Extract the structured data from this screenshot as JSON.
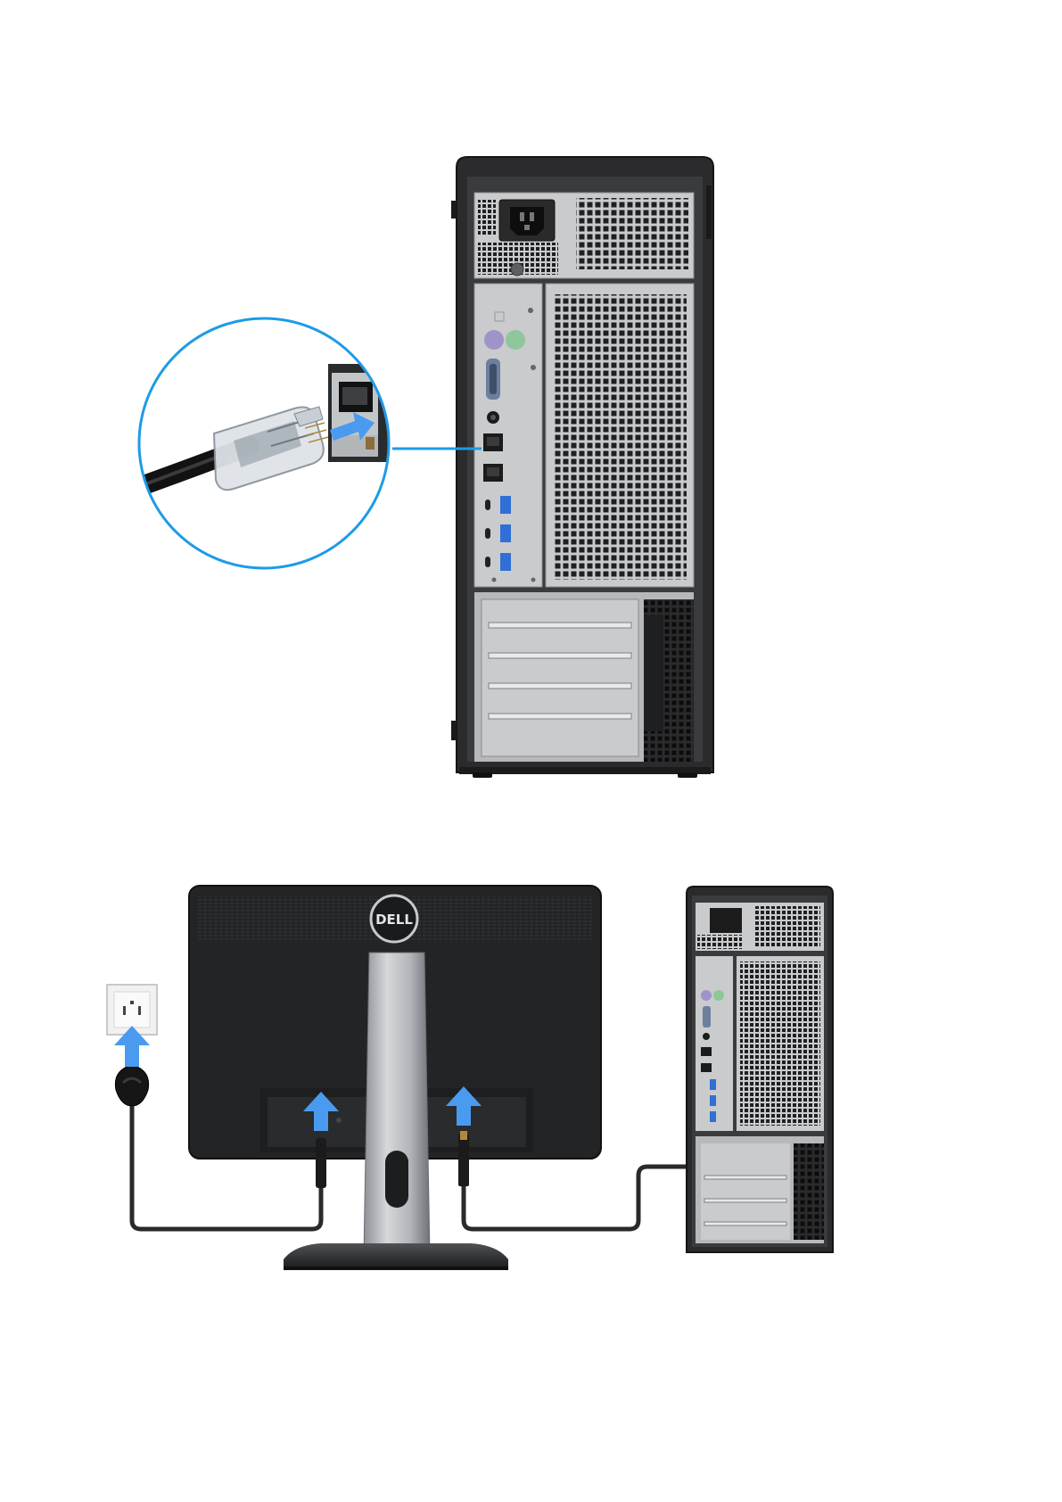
{
  "figure_1": {
    "description_id": "network-cable-connection",
    "colors": {
      "chassis": "#2b2b2d",
      "chassis_edge": "#1a1a1b",
      "panel_light": "#c9cbcd",
      "panel_mid": "#9da0a3",
      "mesh": "#1f2022",
      "callout": "#1e9be6",
      "arrow": "#4a9bef",
      "usb_blue": "#2f6fd6",
      "ps2_purple": "#9f93c9",
      "ps2_green": "#8fc79b"
    },
    "icons": [
      "network-port-icon",
      "arrow-icon"
    ]
  },
  "figure_2": {
    "description_id": "display-and-power-connection",
    "logo": {
      "text": "DELL"
    },
    "colors": {
      "monitor_back": "#232425",
      "stand_silver": "#b9bcc0",
      "outlet": "#eeeeee",
      "arrow": "#4a9bef",
      "cable": "#2a2a2a"
    },
    "icons": [
      "power-outlet-icon",
      "power-plug-icon",
      "arrow-icon",
      "dell-logo"
    ]
  }
}
